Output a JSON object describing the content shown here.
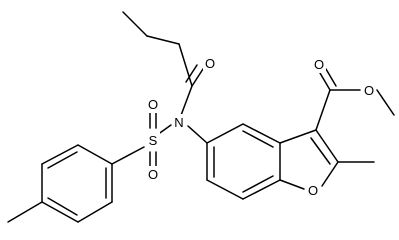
{
  "molecule": {
    "atoms": {
      "carbonyl_o_amide": "O",
      "amide_n": "N",
      "sulfonyl_s": "S",
      "sulfonyl_o_upper": "O",
      "sulfonyl_o_lower": "O",
      "ester_carbonyl_o": "O",
      "ester_ether_o": "O",
      "furan_o": "O"
    }
  }
}
